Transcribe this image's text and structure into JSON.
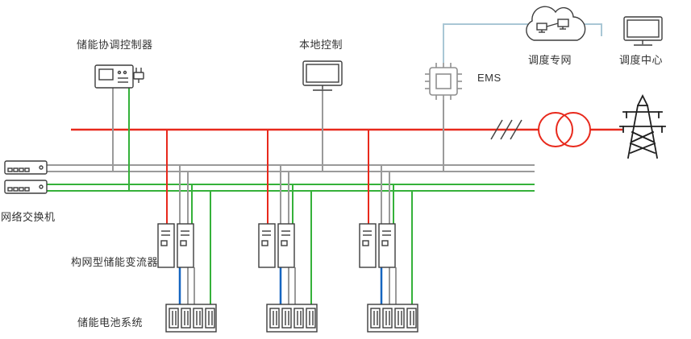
{
  "diagram": {
    "labels": {
      "coordinator": "储能协调控制器",
      "local_control": "本地控制",
      "ems": "EMS",
      "dispatch_network": "调度专网",
      "dispatch_center": "调度中心",
      "network_switch": "网络交换机",
      "converter": "构网型储能变流器",
      "battery": "储能电池系统"
    },
    "colors": {
      "power_line": "#e8291c",
      "comm_gray": "#9a9a9a",
      "comm_green": "#35b13a",
      "comm_blue": "#1565c0",
      "dispatch_link": "#a9c7d5",
      "icon_stroke": "#3d3d3d"
    }
  }
}
